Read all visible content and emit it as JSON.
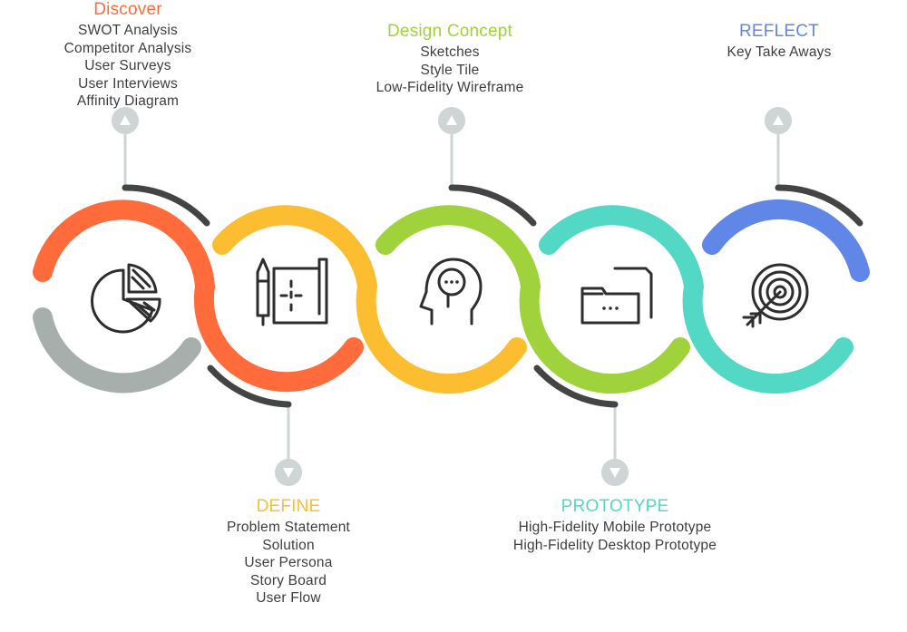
{
  "colors": {
    "discover": "#ff6b3b",
    "define": "#fdbd30",
    "design": "#a0d23c",
    "prototype": "#52d8c4",
    "reflect": "#6087e8",
    "grey_arc": "#a7afad",
    "dark_arc": "#444444",
    "connector": "#cfd5d4",
    "text": "#3d3d3d",
    "icon": "#2e2e2e"
  },
  "stages": [
    {
      "id": "discover",
      "title": "Discover",
      "items": [
        "SWOT Analysis",
        "Competitor Analysis",
        "User Surveys",
        "User Interviews",
        "Affinity Diagram"
      ],
      "icon": "pie-chart-icon",
      "marker": "arrow-up-icon"
    },
    {
      "id": "define",
      "title": "DEFINE",
      "items": [
        "Problem Statement",
        "Solution",
        "User Persona",
        "Story Board",
        "User Flow"
      ],
      "icon": "blueprint-pencil-icon",
      "marker": "arrow-down-icon"
    },
    {
      "id": "design",
      "title": "Design Concept",
      "items": [
        "Sketches",
        "Style Tile",
        "Low-Fidelity Wireframe"
      ],
      "icon": "head-idea-icon",
      "marker": "arrow-up-icon"
    },
    {
      "id": "prototype",
      "title": "PROTOTYPE",
      "items": [
        "High-Fidelity Mobile Prototype",
        "High-Fidelity Desktop Prototype"
      ],
      "icon": "folder-document-icon",
      "marker": "arrow-down-icon"
    },
    {
      "id": "reflect",
      "title": "REFLECT",
      "items": [
        "Key Take Aways"
      ],
      "icon": "target-arrow-icon",
      "marker": "arrow-up-icon"
    }
  ]
}
